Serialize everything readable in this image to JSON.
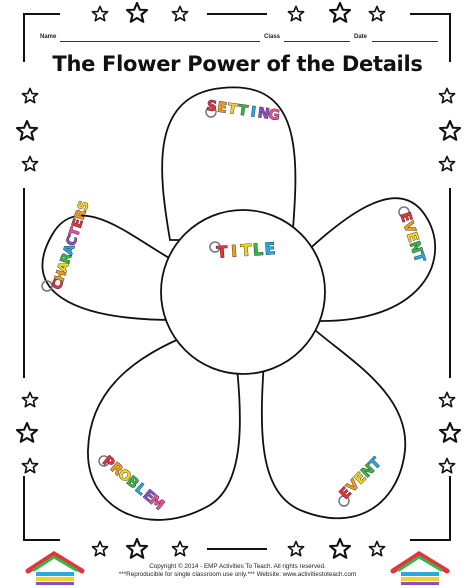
{
  "header": {
    "name_label": "Name",
    "class_label": "Class",
    "date_label": "Date"
  },
  "title": "The Flower Power of the Details",
  "petals": {
    "setting": "SETTING",
    "characters": "CHARACTERS",
    "event_right": "EVENT",
    "title_center": "TITLE",
    "problem": "PROBLEM",
    "event_bottom": "EVENT"
  },
  "footer": {
    "line1": "Copyright © 2014 - EMP Activities To Teach. All rights reserved.",
    "line2": "***Reproducible for single classroom use only.*** Website: www.activitiestoteach.com"
  },
  "colors": {
    "letter_palette": [
      "#e8323a",
      "#f39b1a",
      "#f5d420",
      "#3ab54a",
      "#2aa8e0",
      "#8b4fc7",
      "#ec4d9a"
    ],
    "outline": "#111111"
  },
  "icons": [
    "star-icon",
    "crayon-house-icon",
    "pin-icon"
  ]
}
